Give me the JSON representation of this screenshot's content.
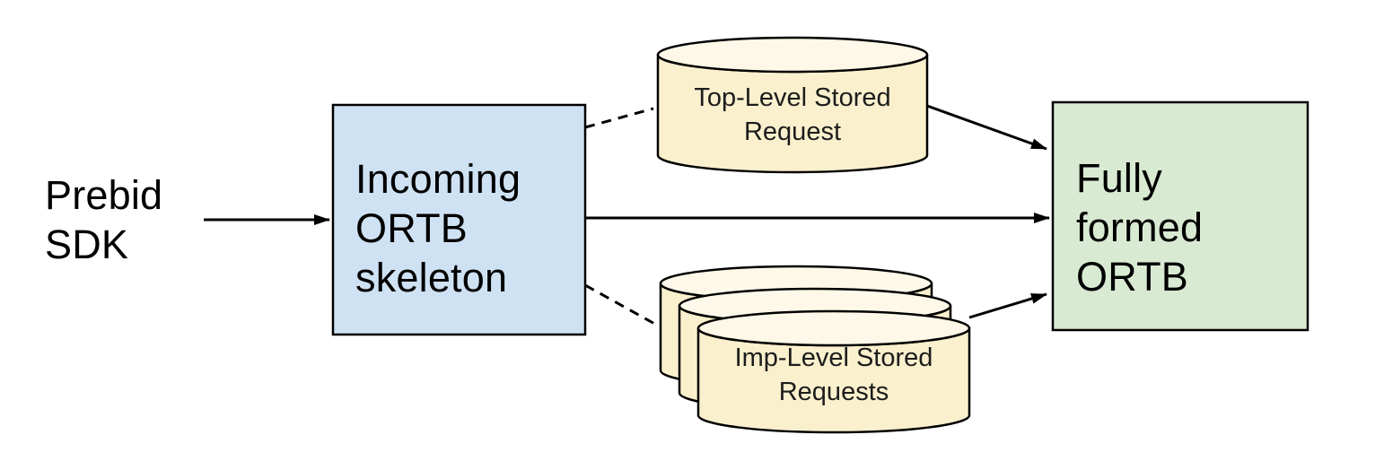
{
  "diagram": {
    "nodes": {
      "prebid_sdk": {
        "label": "Prebid\nSDK"
      },
      "incoming_skeleton": {
        "label": "Incoming\nORTB\nskeleton"
      },
      "top_level_stored": {
        "label": "Top-Level Stored\nRequest"
      },
      "imp_level_stored": {
        "label": "Imp-Level Stored\nRequests"
      },
      "fully_formed": {
        "label": "Fully\nformed\nORTB"
      }
    },
    "edges": [
      {
        "from": "prebid_sdk",
        "to": "incoming_skeleton",
        "style": "solid-arrow"
      },
      {
        "from": "incoming_skeleton",
        "to": "top_level_stored",
        "style": "dashed"
      },
      {
        "from": "incoming_skeleton",
        "to": "fully_formed",
        "style": "solid-arrow"
      },
      {
        "from": "incoming_skeleton",
        "to": "imp_level_stored",
        "style": "dashed"
      },
      {
        "from": "top_level_stored",
        "to": "fully_formed",
        "style": "solid-arrow"
      },
      {
        "from": "imp_level_stored",
        "to": "fully_formed",
        "style": "solid-arrow"
      }
    ],
    "colors": {
      "box_incoming_fill": "#cfe2f3",
      "box_fully_formed_fill": "#d9ead3",
      "cylinder_body_fill": "#faf0cd",
      "cylinder_lid_fill": "#fdf8e8",
      "stroke": "#000000",
      "text": "#000000",
      "background": "#ffffff"
    }
  }
}
